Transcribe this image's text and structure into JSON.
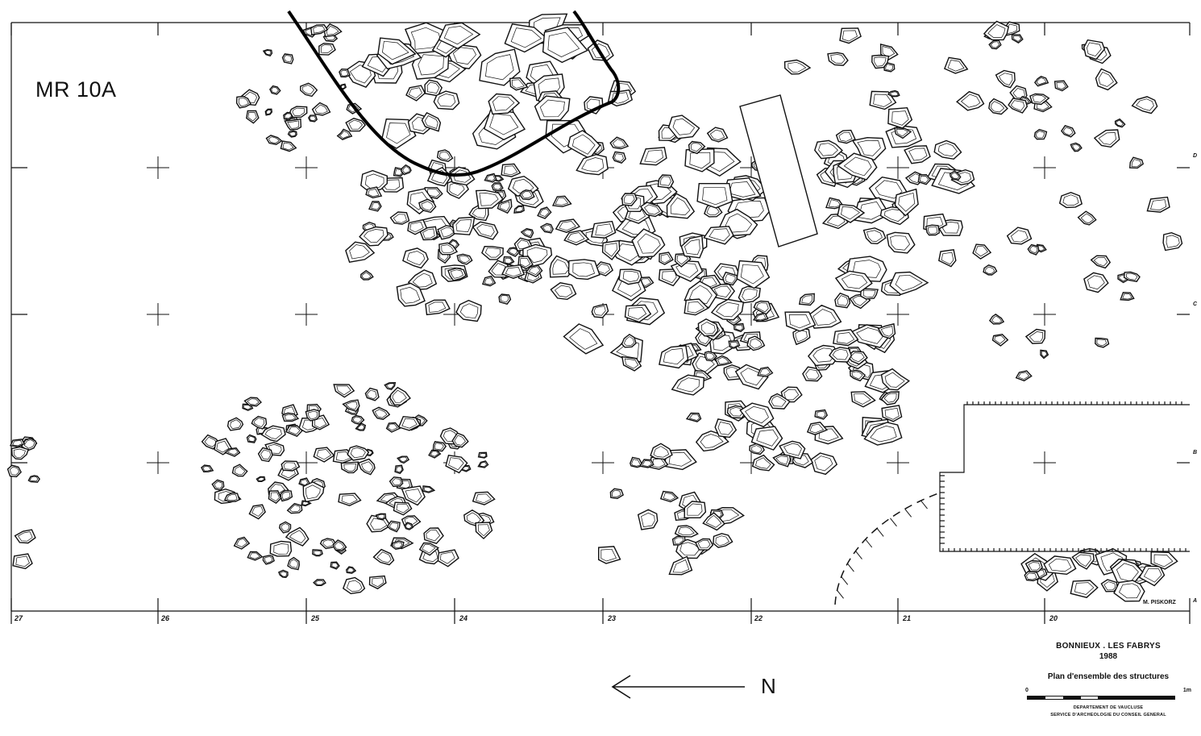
{
  "plan": {
    "structure_label": "MR 10A",
    "north_letter": "N",
    "column_labels": [
      "27",
      "26",
      "25",
      "24",
      "23",
      "22",
      "21",
      "20"
    ],
    "row_labels": [
      "D",
      "C",
      "B",
      "A"
    ],
    "author": "M. PISKORZ"
  },
  "caption": {
    "site": "BONNIEUX . LES FABRYS",
    "year": "1988",
    "title": "Plan d'ensemble des structures",
    "scale_start": "0",
    "scale_end": "1m",
    "department": "DEPARTEMENT DE VAUCLUSE",
    "service": "SERVICE D'ARCHEOLOGIE DU CONSEIL GENERAL"
  },
  "colors": {
    "ink": "#111111",
    "paper": "#ffffff"
  }
}
